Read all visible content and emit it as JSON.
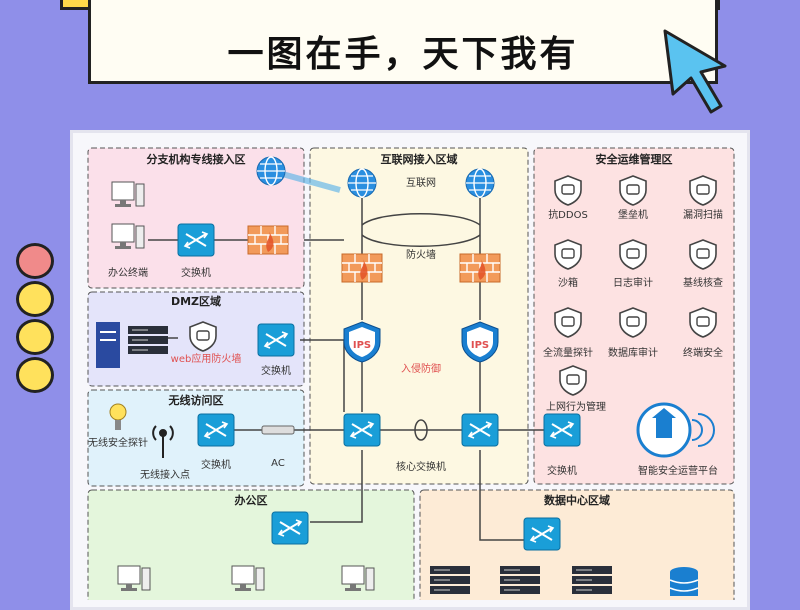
{
  "headline": "一图在手，天下我有",
  "colors": {
    "background": "#8f8fe9",
    "banner_strip": "#ffd94a",
    "dot_red": "#f08a8a",
    "dot_yellow": "#ffe15c",
    "switch_blue": "#1a9ed8",
    "firewall_orange": "#f29a5a"
  },
  "zones": {
    "branch": "分支机构专线接入区",
    "internet": "互联网接入区域",
    "security": "安全运维管理区",
    "dmz": "DMZ区域",
    "wireless": "无线访问区",
    "office": "办公区",
    "datacenter": "数据中心区域"
  },
  "labels": {
    "office_terminal": "办公终端",
    "switch": "交换机",
    "internet": "互联网",
    "firewall": "防火墙",
    "intrusion": "入侵防御",
    "core_switch": "核心交换机",
    "waf": "web应用防火墙",
    "wireless_probe": "无线安全探针",
    "wireless_ap": "无线接入点",
    "ac": "AC",
    "anti_ddos": "抗DDOS",
    "bastion": "堡垒机",
    "vuln_scan": "漏洞扫描",
    "sandbox": "沙箱",
    "log_audit": "日志审计",
    "baseline": "基线核查",
    "traffic_probe": "全流量探针",
    "db_audit": "数据库审计",
    "endpoint": "终端安全",
    "behavior": "上网行为管理",
    "soc": "智能安全运营平台"
  }
}
